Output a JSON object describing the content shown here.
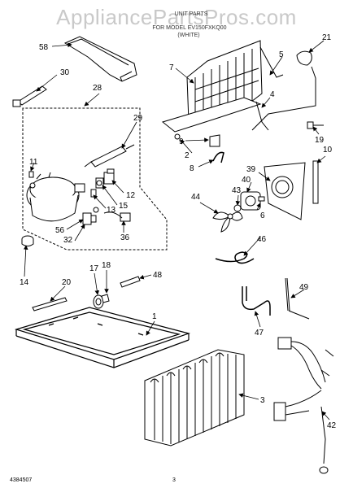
{
  "watermark": "AppliancePartsPros.com",
  "header": {
    "title": "UNIT PARTS",
    "line2": "FOR MODEL EV150FXKQ00",
    "line3": "(WHITE)"
  },
  "footer": {
    "doc_number": "4384507",
    "page": "3"
  },
  "callouts": {
    "c1": "1",
    "c2": "2",
    "c3": "3",
    "c4": "4",
    "c5": "5",
    "c6": "6",
    "c7": "7",
    "c8": "8",
    "c9": "9",
    "c10": "10",
    "c11": "11",
    "c12": "12",
    "c13": "13",
    "c14": "14",
    "c15": "15",
    "c17": "17",
    "c18": "18",
    "c19": "19",
    "c20": "20",
    "c21": "21",
    "c28": "28",
    "c29": "29",
    "c30": "30",
    "c32": "32",
    "c36": "36",
    "c39": "39",
    "c40": "40",
    "c42": "42",
    "c43": "43",
    "c44": "44",
    "c46": "46",
    "c47": "47",
    "c48": "48",
    "c49": "49",
    "c56": "56",
    "c58": "58"
  }
}
